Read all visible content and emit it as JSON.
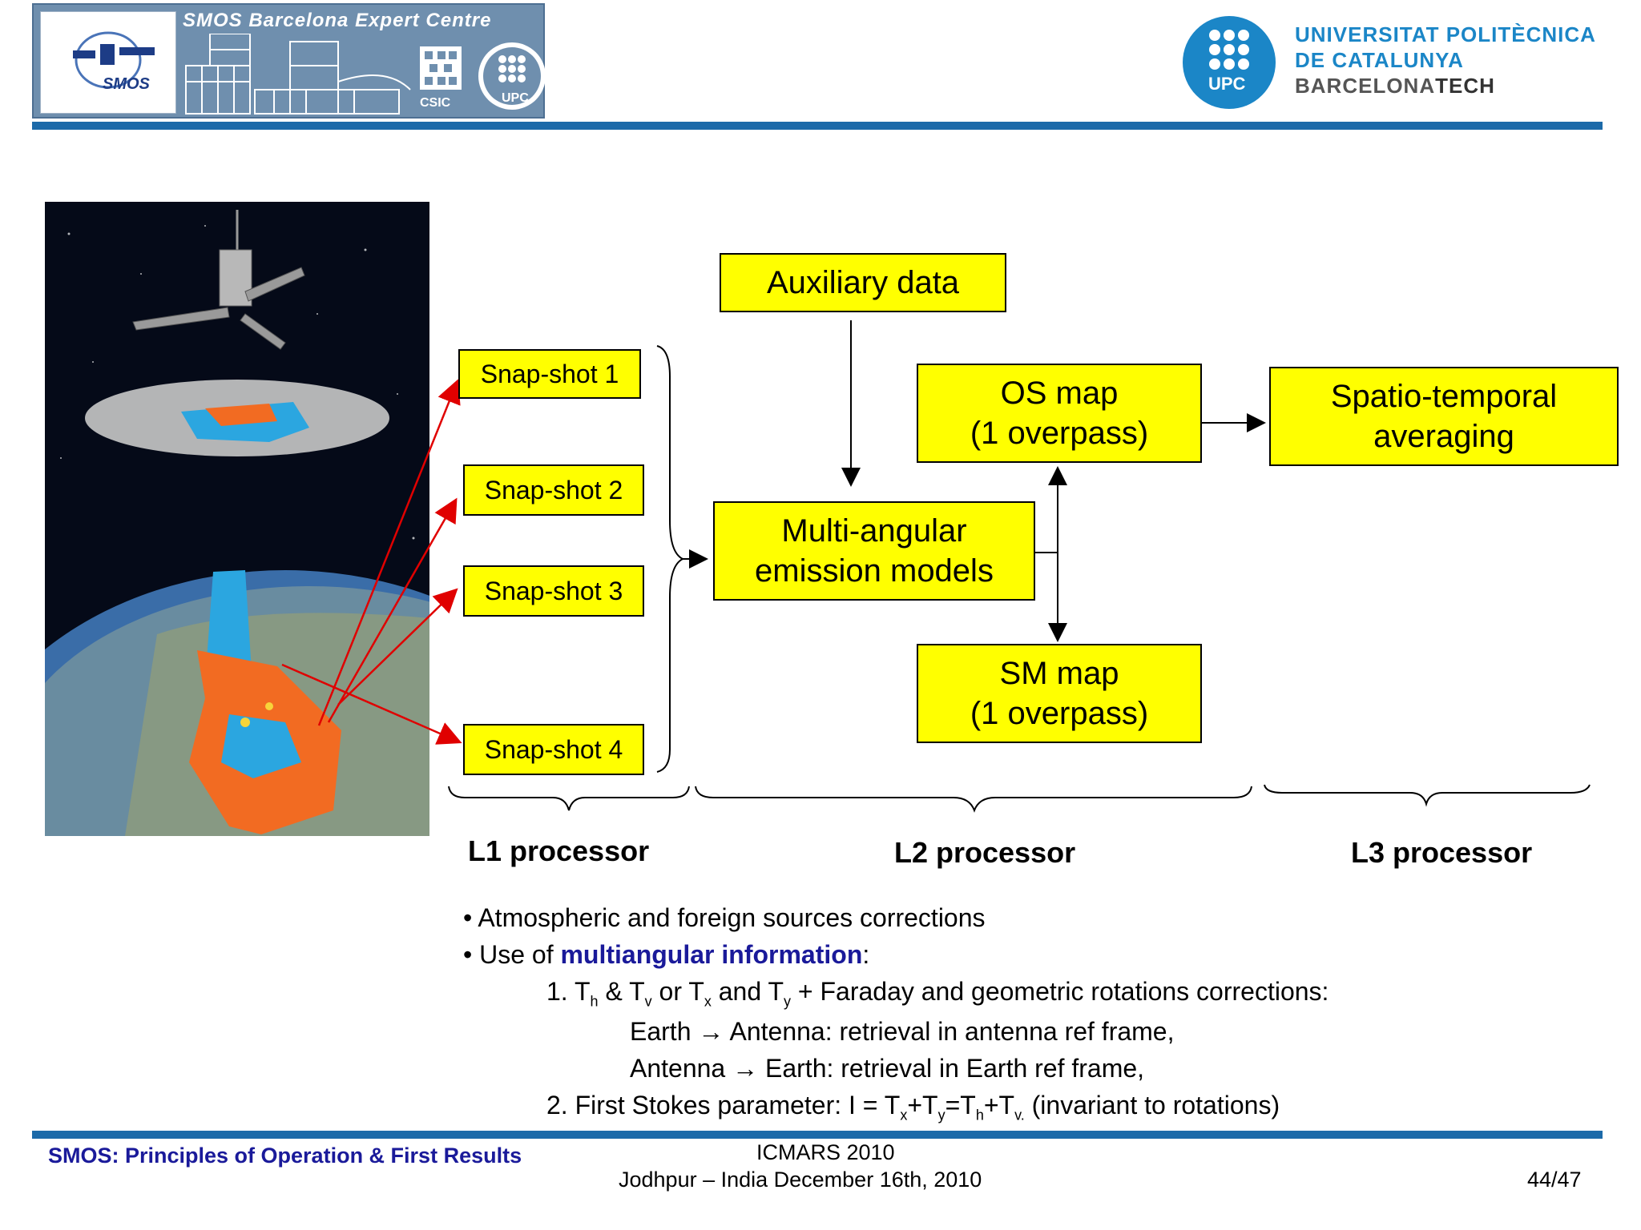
{
  "header": {
    "banner_title": "SMOS Barcelona Expert Centre",
    "smos_logo_label": "SMOS",
    "csic_label": "CSIC",
    "upc_small_label": "UPC",
    "upc_logo_text": "UPC",
    "university_line1": "UNIVERSITAT POLITÈCNICA",
    "university_line2": "DE CATALUNYA",
    "university_line3a": "BARCELONA",
    "university_line3b": "TECH"
  },
  "diagram": {
    "auxiliary": "Auxiliary data",
    "snapshots": [
      "Snap-shot 1",
      "Snap-shot 2",
      "Snap-shot 3",
      "Snap-shot 4"
    ],
    "emission_line1": "Multi-angular",
    "emission_line2": "emission models",
    "os_line1": "OS map",
    "os_line2": "(1 overpass)",
    "sm_line1": "SM map",
    "sm_line2": "(1 overpass)",
    "spatio_line1": "Spatio-temporal",
    "spatio_line2": "averaging",
    "l1": "L1 processor",
    "l2": "L2 processor",
    "l3": "L3 processor"
  },
  "text": {
    "bullet1": "Atmospheric and foreign sources corrections",
    "bullet2_prefix": "Use of ",
    "bullet2_highlight": "multiangular information",
    "bullet2_suffix": ":",
    "item1_prefix": "1. T",
    "item1_suffix": " + Faraday and geometric rotations corrections:",
    "earth_antenna": "Earth → Antenna: retrieval in antenna ref frame,",
    "antenna_earth": "Antenna → Earth: retrieval in Earth ref frame,",
    "item2": "2. First Stokes parameter: I = T",
    "item2_suffix": " (invariant to rotations)"
  },
  "footer": {
    "left": "SMOS: Principles of Operation & First Results",
    "center_line1": "ICMARS 2010",
    "center_line2": "Jodhpur – India December 16th, 2010",
    "page": "44/47"
  },
  "colors": {
    "accent_blue": "#1c6aa9",
    "box_yellow": "#ffff00",
    "arrow_red": "#e00000",
    "highlight_blue": "#1a1a9a"
  }
}
